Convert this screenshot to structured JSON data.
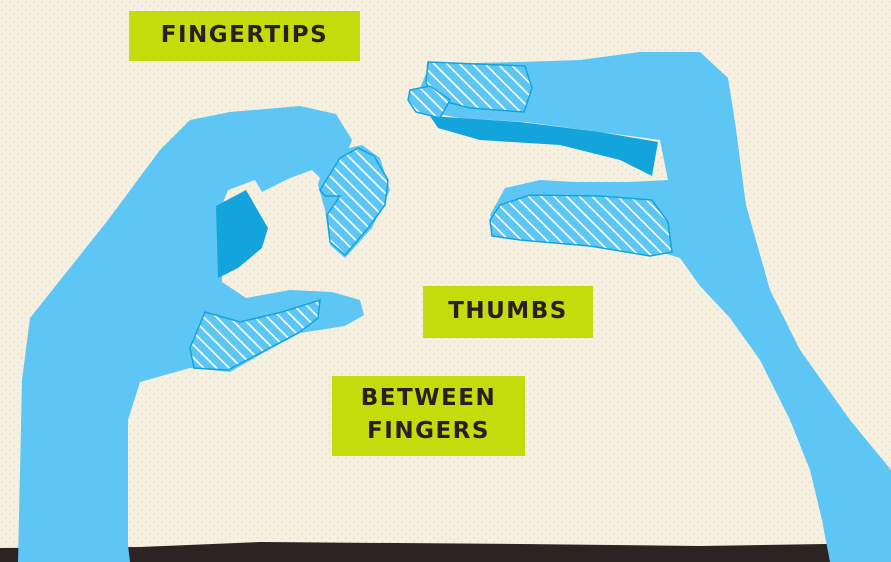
{
  "labels": {
    "fingertips": "FINGERTIPS",
    "thumbs": "THUMBS",
    "between_line1": "BETWEEN",
    "between_line2": "FINGERS"
  },
  "colors": {
    "background": "#f6f0e1",
    "hand": "#5ec6f5",
    "hand_shadow": "#13a4dc",
    "label_bg": "#c4dc0c",
    "label_text": "#2a1e1e",
    "ground": "#2b2422"
  }
}
